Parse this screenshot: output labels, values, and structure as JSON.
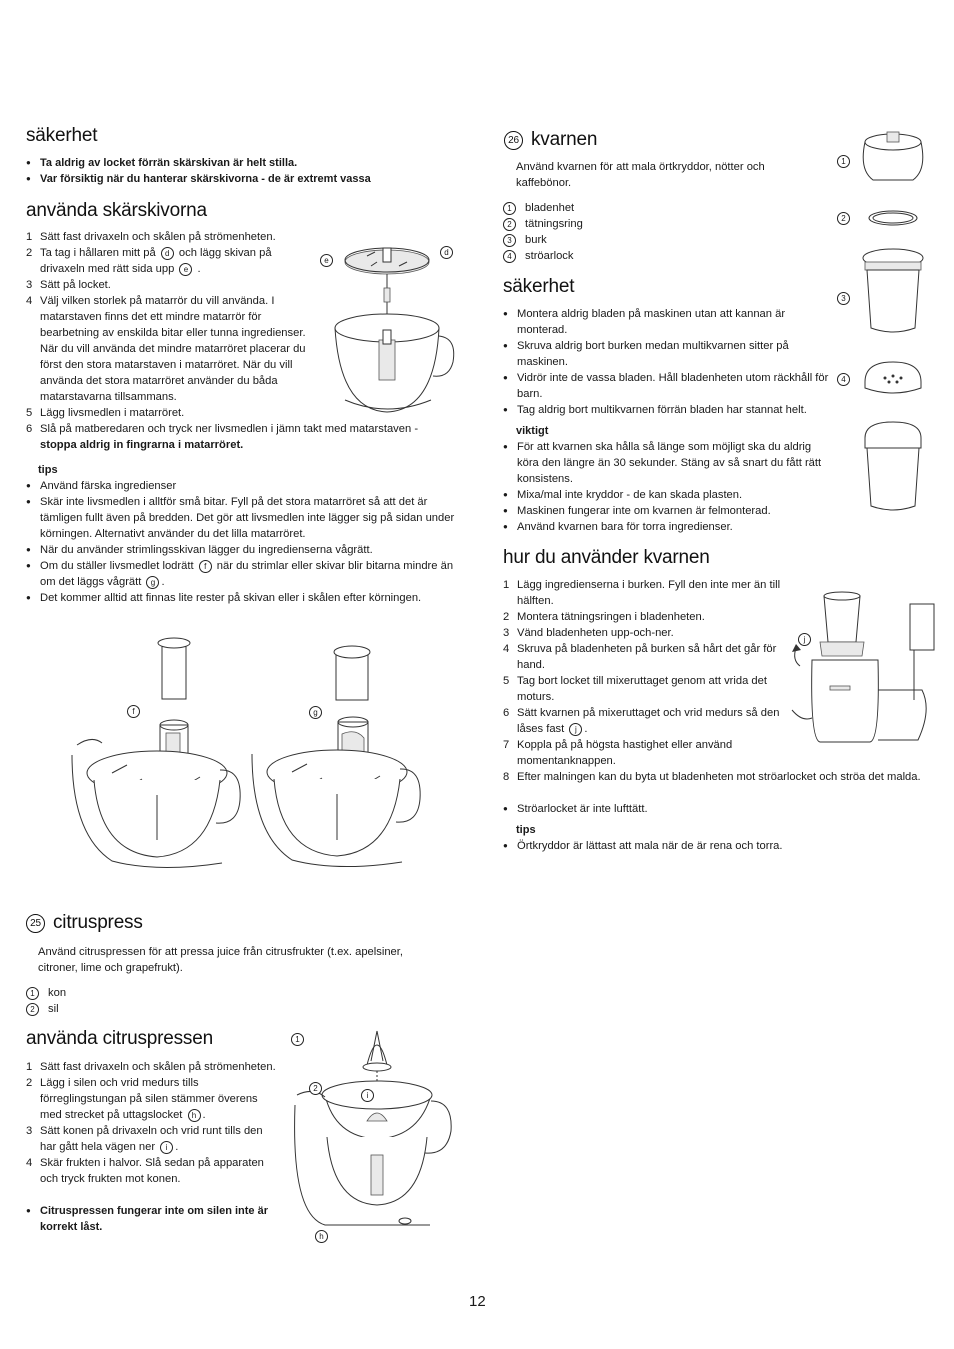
{
  "page_number": "12",
  "left": {
    "safety_heading": "säkerhet",
    "safety_items": [
      "Ta aldrig av locket förrän skärskivan är helt stilla.",
      "Var försiktig när du hanterar skärskivorna - de är extremt vassa"
    ],
    "discs_heading": "använda skärskivorna",
    "steps": [
      {
        "n": "1",
        "text": "Sätt fast drivaxeln och skålen på strömenheten."
      },
      {
        "n": "2",
        "pre": "Ta tag i hållaren mitt på ",
        "c1": "d",
        "mid": " och lägg skivan på drivaxeln med rätt sida upp ",
        "c2": "e",
        "post": " ."
      },
      {
        "n": "3",
        "text": "Sätt på locket."
      },
      {
        "n": "4",
        "text": "Välj vilken storlek på matarrör du vill använda. I matarstaven finns det ett mindre matarrör för bearbetning av enskilda bitar eller tunna ingredienser. När du vill använda det mindre matarröret placerar du först den stora matarstaven i matarröret. När du vill använda det stora matarröret använder du båda matarstavarna tillsammans."
      },
      {
        "n": "5",
        "text": "Lägg livsmedlen i matarröret."
      },
      {
        "n": "6",
        "text": "Slå på matberedaren och tryck ner livsmedlen i jämn takt med matarstaven - ",
        "bold": "stoppa aldrig in fingrarna i matarröret."
      }
    ],
    "tips_label": "tips",
    "tips": [
      {
        "text": "Använd färska ingredienser"
      },
      {
        "text": "Skär inte livsmedlen i alltför små bitar. Fyll på det stora matarröret så att det är tämligen fullt även på bredden. Det gör att livsmedlen inte lägger sig på sidan under körningen. Alternativt använder du det lilla matarröret."
      },
      {
        "text": "När du använder strimlingsskivan lägger du ingredienserna vågrätt."
      },
      {
        "pre": "Om du ställer livsmedlet lodrätt ",
        "c1": "f",
        "mid": " när du strimlar eller skivar blir bitarna mindre än om det läggs vågrätt ",
        "c2": "g",
        "post": "."
      },
      {
        "text": "Det kommer alltid att finnas lite rester på skivan eller i skålen efter körningen."
      }
    ],
    "fig_labels": {
      "d": "d",
      "e": "e",
      "f": "f",
      "g": "g"
    }
  },
  "citrus": {
    "number": "25",
    "heading": "citruspress",
    "intro": "Använd citruspressen för att pressa juice från citrusfrukter (t.ex. apelsiner, citroner, lime och grapefrukt).",
    "parts": [
      {
        "n": "1",
        "label": "kon"
      },
      {
        "n": "2",
        "label": "sil"
      }
    ],
    "use_heading": "använda citruspressen",
    "steps": [
      {
        "n": "1",
        "text": "Sätt fast drivaxeln och skålen på strömenheten."
      },
      {
        "n": "2",
        "pre": "Lägg i silen och vrid medurs tills förreglingstungan på silen stämmer överens med strecket på uttagslocket ",
        "c1": "h",
        "post": "."
      },
      {
        "n": "3",
        "pre": "Sätt konen på drivaxeln och vrid runt tills den har gått hela vägen ner ",
        "c1": "i",
        "post": "."
      },
      {
        "n": "4",
        "text": "Skär frukten i halvor. Slå sedan på apparaten och tryck frukten mot konen."
      }
    ],
    "warning": "Citruspressen fungerar inte om silen inte är korrekt låst.",
    "fig_labels": {
      "one": "1",
      "two": "2",
      "h": "h",
      "i": "i"
    }
  },
  "mill": {
    "number": "26",
    "heading": "kvarnen",
    "intro": "Använd kvarnen för att mala örtkryddor, nötter och kaffebönor.",
    "parts": [
      {
        "n": "1",
        "label": "bladenhet"
      },
      {
        "n": "2",
        "label": "tätningsring"
      },
      {
        "n": "3",
        "label": "burk"
      },
      {
        "n": "4",
        "label": "ströarlock"
      }
    ],
    "safety_heading": "säkerhet",
    "safety": [
      "Montera aldrig bladen på maskinen utan att kannan är monterad.",
      "Skruva aldrig bort burken medan multikvarnen sitter på maskinen.",
      "Vidrör inte de vassa bladen. Håll bladenheten utom räckhåll för barn.",
      "Tag aldrig bort multikvarnen förrän bladen har stannat helt."
    ],
    "important_label": "viktigt",
    "important": [
      "För att kvarnen ska hålla så länge som möjligt ska du aldrig köra den längre än 30 sekunder. Stäng av så snart du fått rätt konsistens.",
      "Mixa/mal inte kryddor - de kan skada plasten.",
      "Maskinen fungerar inte om kvarnen är felmonterad.",
      "Använd kvarnen bara för torra ingredienser."
    ],
    "use_heading": "hur du använder kvarnen",
    "steps": [
      {
        "n": "1",
        "text": "Lägg ingredienserna i burken. Fyll den inte mer än till hälften."
      },
      {
        "n": "2",
        "text": "Montera tätningsringen i bladenheten."
      },
      {
        "n": "3",
        "text": "Vänd bladenheten upp-och-ner."
      },
      {
        "n": "4",
        "text": "Skruva på bladenheten på burken så hårt det går för hand."
      },
      {
        "n": "5",
        "text": "Tag bort locket till mixeruttaget genom att vrida det moturs."
      },
      {
        "n": "6",
        "pre": "Sätt kvarnen på mixeruttaget och vrid medurs så den låses fast ",
        "c1": "j",
        "post": "."
      },
      {
        "n": "7",
        "text": "Koppla på på högsta hastighet eller använd momentanknappen."
      },
      {
        "n": "8",
        "text": "Efter malningen kan du byta ut bladenheten mot ströarlocket och ströa det malda."
      }
    ],
    "note": "Ströarlocket är inte lufttätt.",
    "tips_label": "tips",
    "tips": [
      "Örtkryddor är lättast att mala när de är rena och torra."
    ],
    "fig_labels": {
      "one": "1",
      "two": "2",
      "three": "3",
      "four": "4",
      "j": "j"
    }
  }
}
